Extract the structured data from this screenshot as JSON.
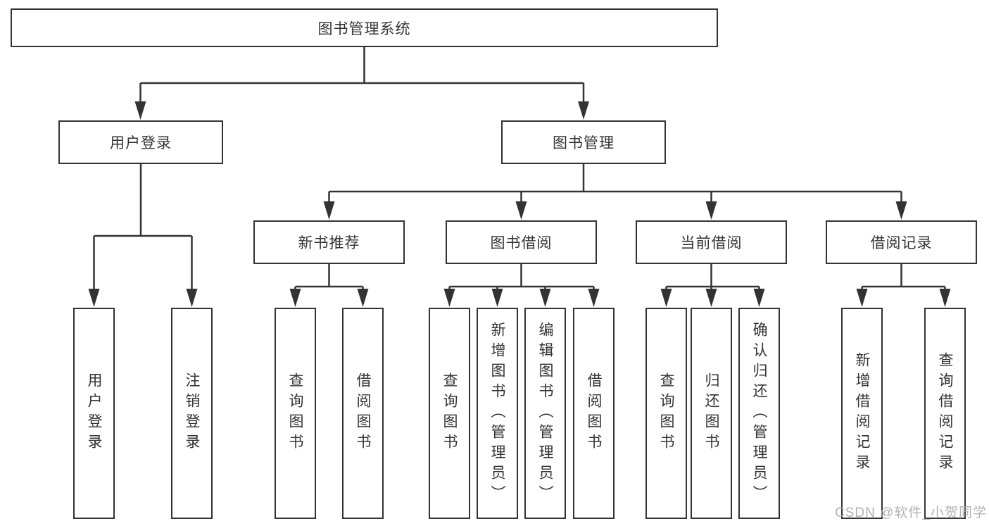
{
  "diagram": {
    "title": "图书管理系统",
    "root": {
      "label": "图书管理系统"
    },
    "branches": [
      {
        "label": "用户登录",
        "children": [
          {
            "label": "用户登录"
          },
          {
            "label": "注销登录"
          }
        ]
      },
      {
        "label": "图书管理",
        "children": [
          {
            "label": "新书推荐",
            "children": [
              {
                "label": "查询图书"
              },
              {
                "label": "借阅图书"
              }
            ]
          },
          {
            "label": "图书借阅",
            "children": [
              {
                "label": "查询图书"
              },
              {
                "label": "新增图书（管理员）"
              },
              {
                "label": "编辑图书（管理员）"
              },
              {
                "label": "借阅图书"
              }
            ]
          },
          {
            "label": "当前借阅",
            "children": [
              {
                "label": "查询图书"
              },
              {
                "label": "归还图书"
              },
              {
                "label": "确认归还（管理员）"
              }
            ]
          },
          {
            "label": "借阅记录",
            "children": [
              {
                "label": "新增借阅记录"
              },
              {
                "label": "查询借阅记录"
              }
            ]
          }
        ]
      }
    ]
  },
  "watermark": {
    "text": "CSDN @软件_小贺同学"
  },
  "colors": {
    "line": "#333333",
    "text": "#333333",
    "background": "#ffffff",
    "watermark": "#a8a8a8"
  }
}
